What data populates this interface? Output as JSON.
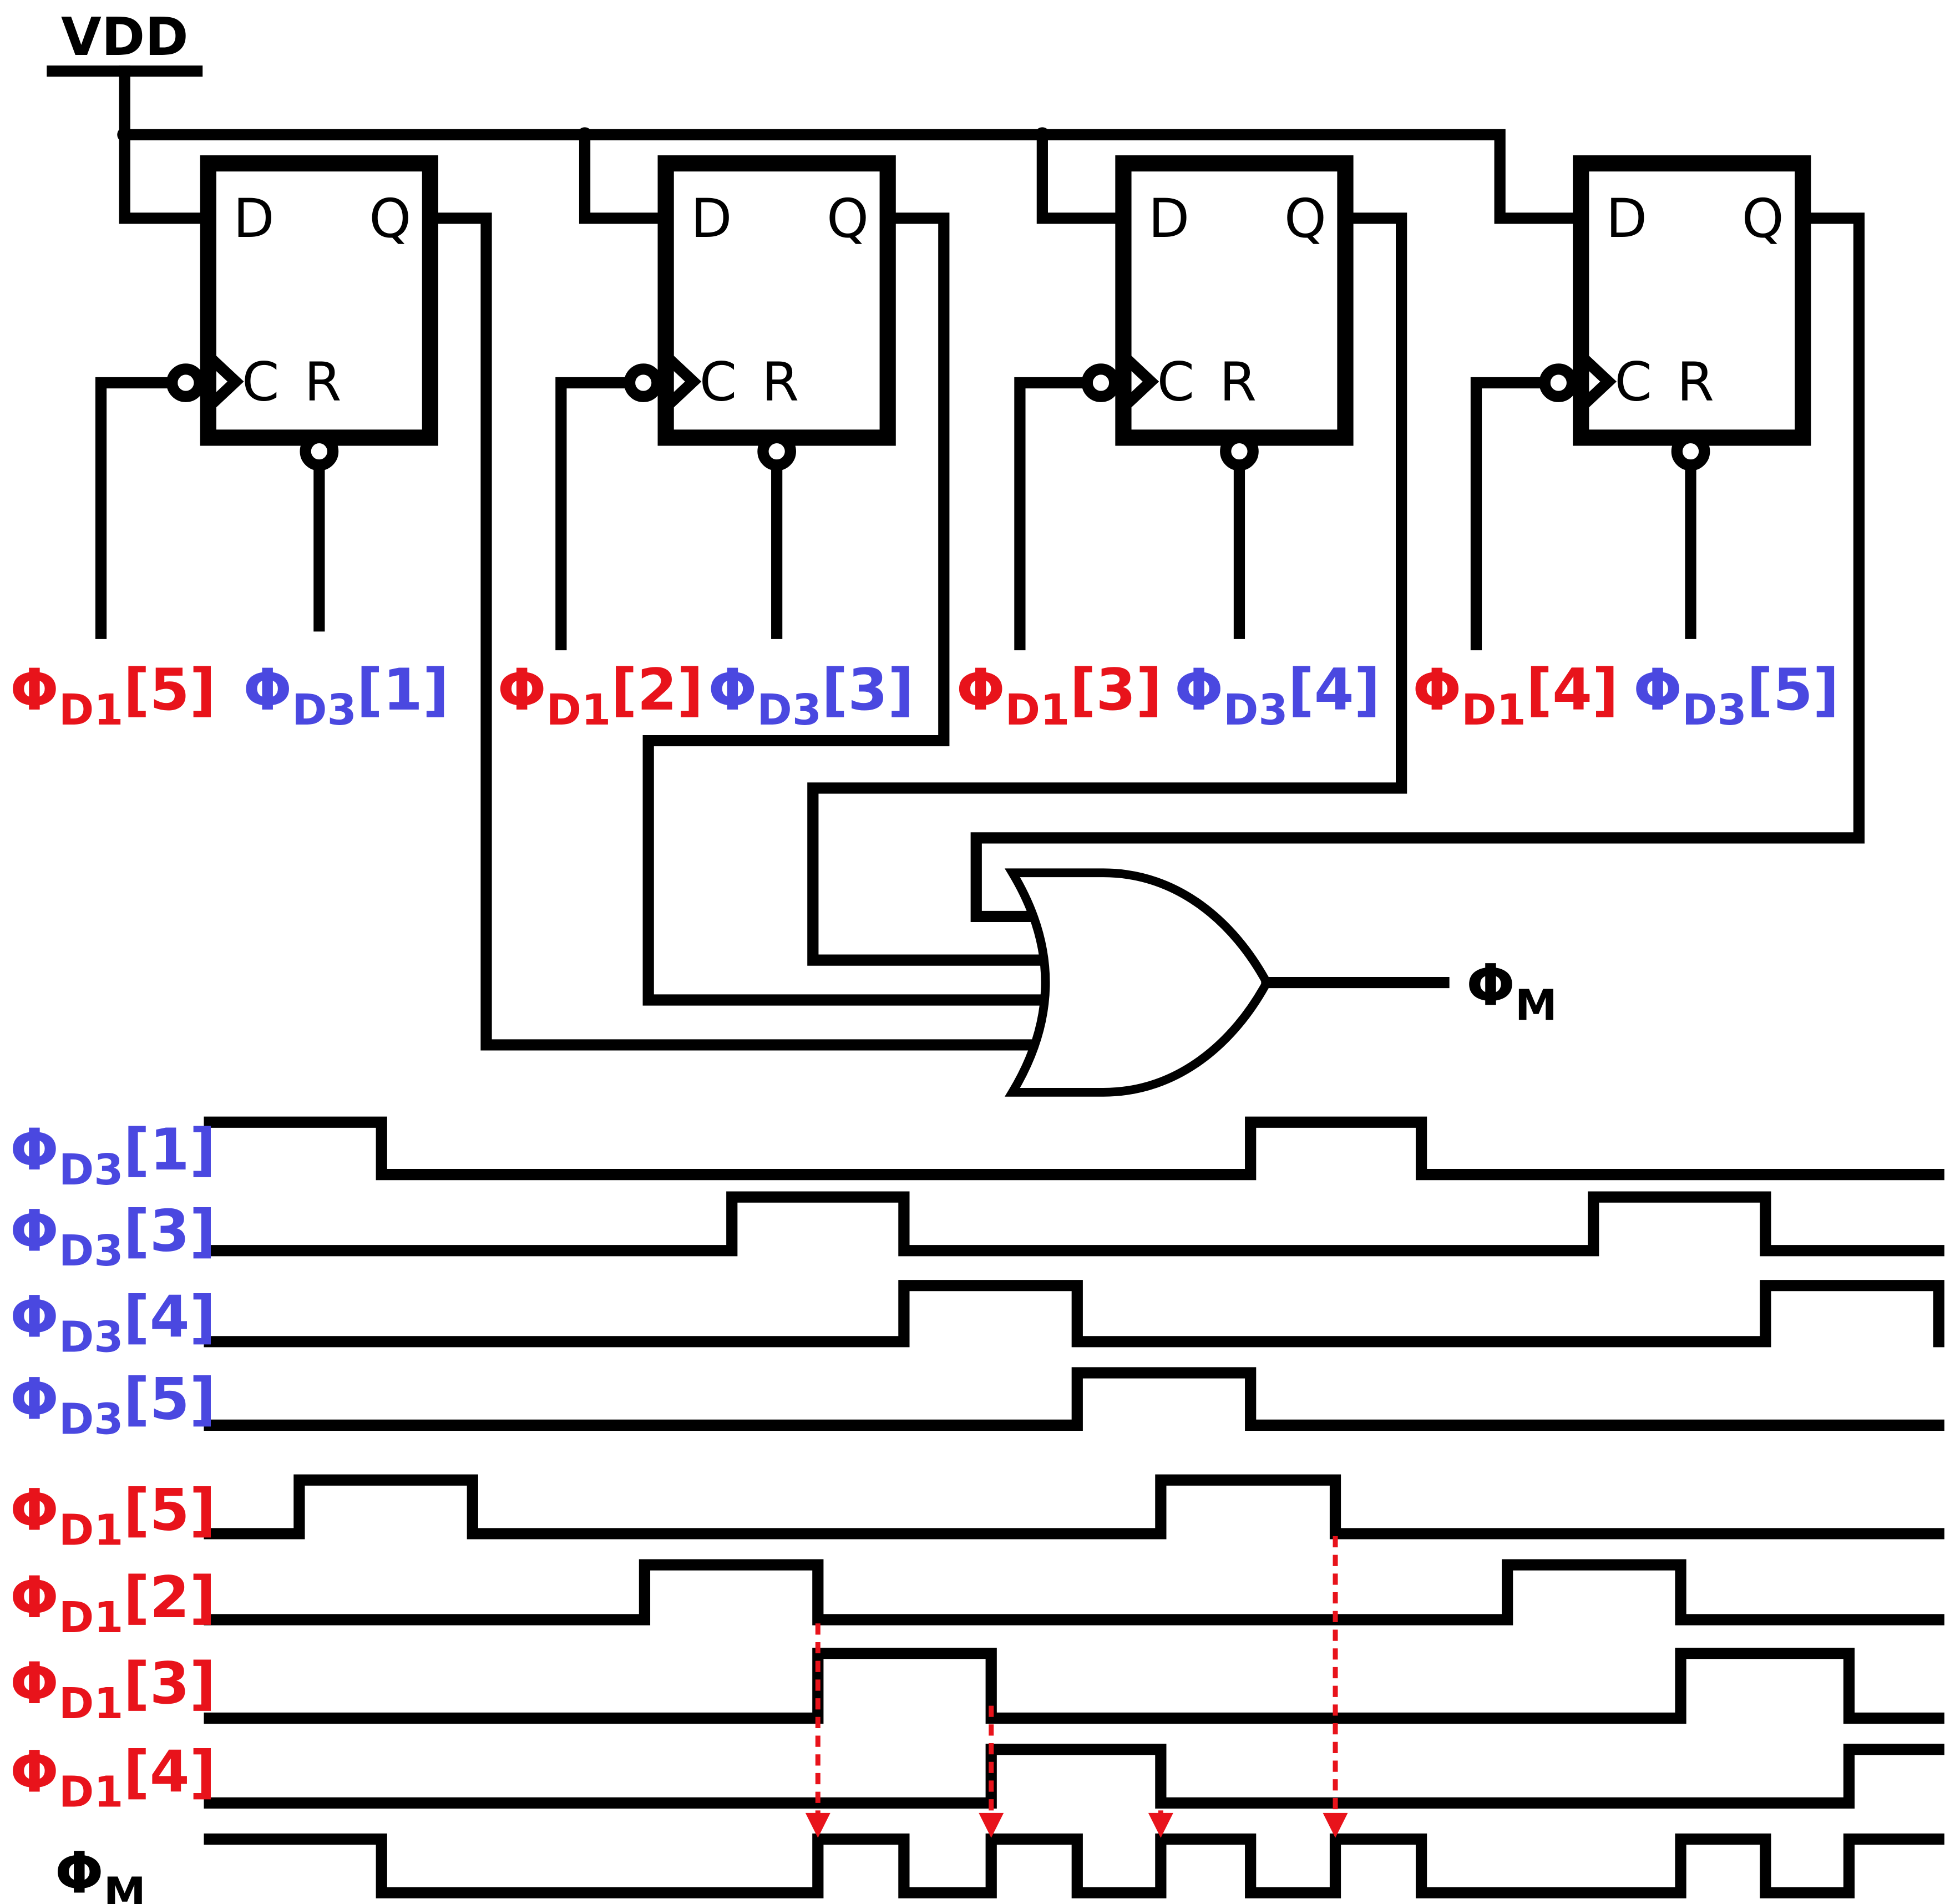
{
  "colors": {
    "phi_d1": "#e8131b",
    "phi_d3": "#4a48e0",
    "phi_m": "#000000",
    "arrow": "#e8131b",
    "wire": "#000000"
  },
  "supply_label": "VDD",
  "flip_flops": [
    {
      "pin_d": "D",
      "pin_q": "Q",
      "pin_c": "C",
      "pin_r": "R",
      "clock_symbol": "Φ",
      "clock_sub": "D1",
      "clock_idx": "[5]",
      "reset_symbol": "Φ",
      "reset_sub": "D3",
      "reset_idx": "[1]"
    },
    {
      "pin_d": "D",
      "pin_q": "Q",
      "pin_c": "C",
      "pin_r": "R",
      "clock_symbol": "Φ",
      "clock_sub": "D1",
      "clock_idx": "[2]",
      "reset_symbol": "Φ",
      "reset_sub": "D3",
      "reset_idx": "[3]"
    },
    {
      "pin_d": "D",
      "pin_q": "Q",
      "pin_c": "C",
      "pin_r": "R",
      "clock_symbol": "Φ",
      "clock_sub": "D1",
      "clock_idx": "[3]",
      "reset_symbol": "Φ",
      "reset_sub": "D3",
      "reset_idx": "[4]"
    },
    {
      "pin_d": "D",
      "pin_q": "Q",
      "pin_c": "C",
      "pin_r": "R",
      "clock_symbol": "Φ",
      "clock_sub": "D1",
      "clock_idx": "[4]",
      "reset_symbol": "Φ",
      "reset_sub": "D3",
      "reset_idx": "[5]"
    }
  ],
  "or_gate_output": {
    "symbol": "Φ",
    "sub": "M"
  },
  "timing": {
    "signals": [
      {
        "symbol": "Φ",
        "sub": "D3",
        "idx": "[1]",
        "group": "d3",
        "initial": 1,
        "transitions": [
          306,
          1003,
          1140
        ]
      },
      {
        "symbol": "Φ",
        "sub": "D3",
        "idx": "[3]",
        "group": "d3",
        "initial": 0,
        "transitions": [
          587,
          725,
          1278,
          1416
        ]
      },
      {
        "symbol": "Φ",
        "sub": "D3",
        "idx": "[4]",
        "group": "d3",
        "initial": 0,
        "transitions": [
          725,
          864,
          1416,
          1555
        ]
      },
      {
        "symbol": "Φ",
        "sub": "D3",
        "idx": "[5]",
        "group": "d3",
        "initial": 0,
        "transitions": [
          864,
          1003
        ]
      },
      {
        "symbol": "Φ",
        "sub": "D1",
        "idx": "[5]",
        "group": "d1",
        "initial": 0,
        "transitions": [
          240,
          379,
          931,
          1071
        ]
      },
      {
        "symbol": "Φ",
        "sub": "D1",
        "idx": "[2]",
        "group": "d1",
        "initial": 0,
        "transitions": [
          517,
          656,
          1209,
          1348
        ]
      },
      {
        "symbol": "Φ",
        "sub": "D1",
        "idx": "[3]",
        "group": "d1",
        "initial": 0,
        "transitions": [
          656,
          795,
          1348,
          1483
        ]
      },
      {
        "symbol": "Φ",
        "sub": "D1",
        "idx": "[4]",
        "group": "d1",
        "initial": 0,
        "transitions": [
          795,
          931,
          1483
        ]
      },
      {
        "symbol": "Φ",
        "sub": "M",
        "idx": "",
        "group": "m",
        "initial": 1,
        "transitions": [
          306,
          656,
          725,
          795,
          864,
          931,
          1003,
          1071,
          1140,
          1348,
          1416,
          1483
        ]
      }
    ],
    "arrows_at": [
      656,
      795,
      931,
      1071
    ]
  }
}
